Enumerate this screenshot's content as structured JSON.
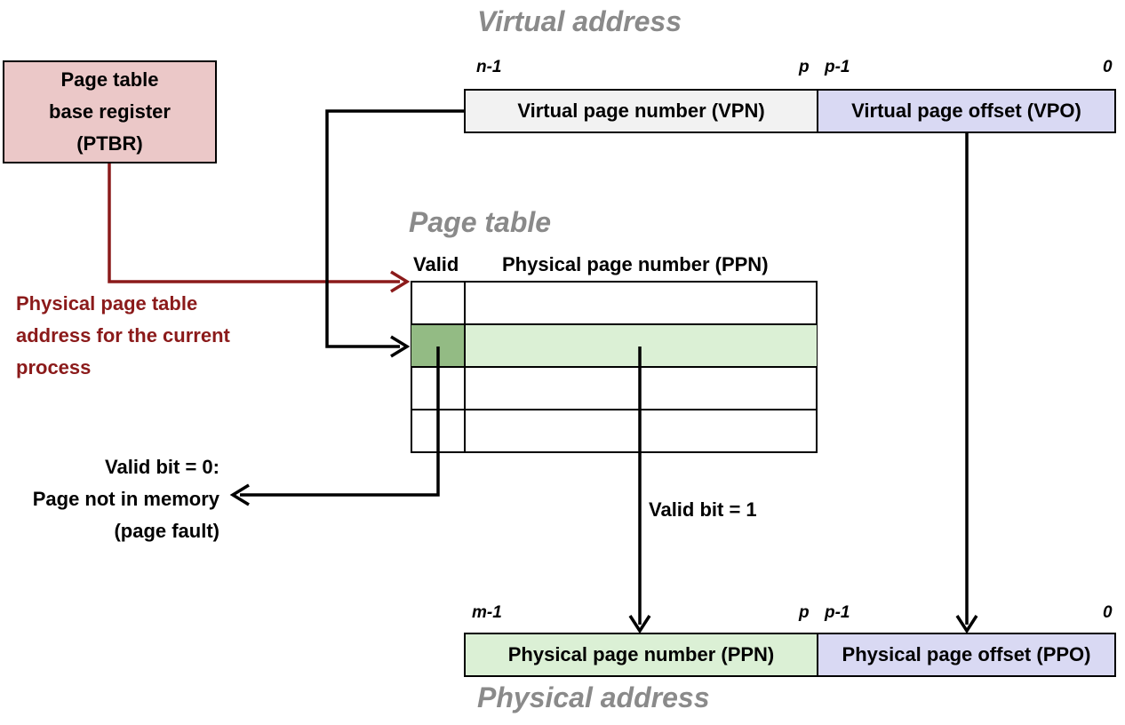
{
  "titles": {
    "virtual_address": "Virtual address",
    "page_table": "Page table",
    "physical_address": "Physical address"
  },
  "virtual_bits": {
    "high": "n-1",
    "p": "p",
    "p_minus_1": "p-1",
    "zero": "0"
  },
  "physical_bits": {
    "high": "m-1",
    "p": "p",
    "p_minus_1": "p-1",
    "zero": "0"
  },
  "vpn_label": "Virtual page number (VPN)",
  "vpo_label": "Virtual page offset (VPO)",
  "ppn_label": "Physical page number (PPN)",
  "ppo_label": "Physical page offset (PPO)",
  "ptbr": {
    "line1": "Page table",
    "line2": "base register",
    "line3": "(PTBR)"
  },
  "ptbr_note": {
    "line1": "Physical page table",
    "line2": "address for the current",
    "line3": "process"
  },
  "page_table_headers": {
    "valid": "Valid",
    "ppn": "Physical page number (PPN)"
  },
  "page_table_rows": 4,
  "selected_row": 2,
  "valid_zero_note": {
    "line1": "Valid bit = 0:",
    "line2": "Page not in memory",
    "line3": "(page fault)"
  },
  "valid_one_note": "Valid bit = 1",
  "colors": {
    "vpn_fill": "#f2f2f2",
    "offset_fill": "#d9d9f3",
    "ppn_fill": "#dbf0d5",
    "valid_fill": "#93bb84",
    "ptbr_fill": "#ebc8c8",
    "ptbr_arrow": "#8b1a1a",
    "title_gray": "#8a8a8a"
  }
}
